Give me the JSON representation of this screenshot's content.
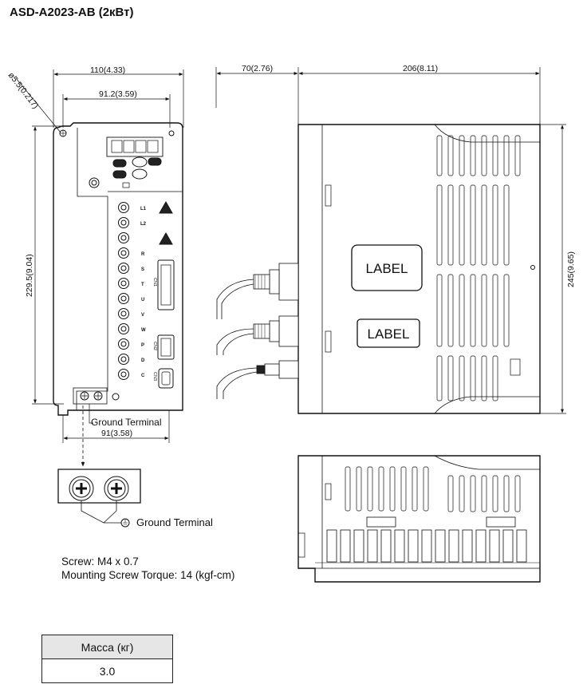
{
  "title": "ASD-A2023-AB (2кВт)",
  "dimensions": {
    "width_overall": "110(4.33)",
    "width_holes": "91.2(3.59)",
    "hole_diameter": "ø5.5(0.217)",
    "height_holes": "229.5(9.04)",
    "width_bottom": "91(3.58)",
    "side_front_depth": "70(2.76)",
    "side_depth": "206(8.11)",
    "side_height": "245(9.65)"
  },
  "labels": {
    "ground_terminal_1": "Ground Terminal",
    "ground_terminal_2": "Ground Terminal",
    "label_1": "LABEL",
    "label_2": "LABEL"
  },
  "terminals": [
    "L1",
    "L2",
    "R",
    "S",
    "T",
    "U",
    "V",
    "W",
    "P",
    "D",
    "C"
  ],
  "connectors": [
    "CN1",
    "CN2",
    "CN3"
  ],
  "notes": {
    "screw": "Screw: M4 x 0.7",
    "torque": "Mounting Screw Torque: 14 (kgf-cm)"
  },
  "mass_table": {
    "header": "Масса (кг)",
    "value": "3.0"
  }
}
